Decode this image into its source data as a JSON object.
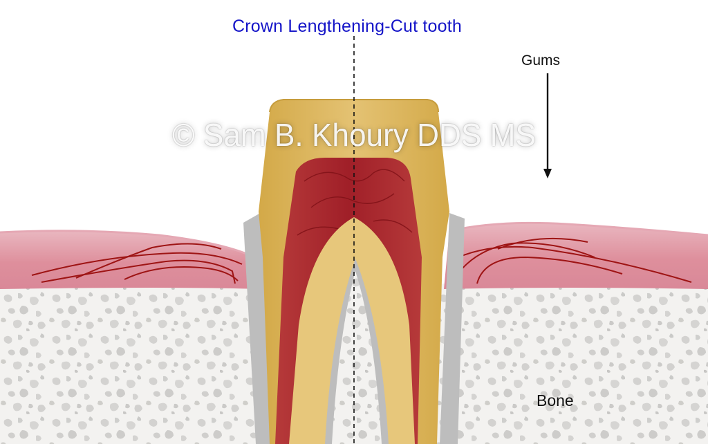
{
  "title": "Crown Lengthening-Cut tooth",
  "labels": {
    "gums": "Gums",
    "bone": "Bone"
  },
  "watermark": "© Sam B. Khoury DDS MS",
  "colors": {
    "title": "#1414c8",
    "enamel_dentin": "#e3c170",
    "pulp": "#a6232a",
    "gum": "#dc8f9c",
    "blood_vessel": "#9e1414",
    "bone": "#f2f1ef",
    "cementum": "#b9b9b9"
  }
}
